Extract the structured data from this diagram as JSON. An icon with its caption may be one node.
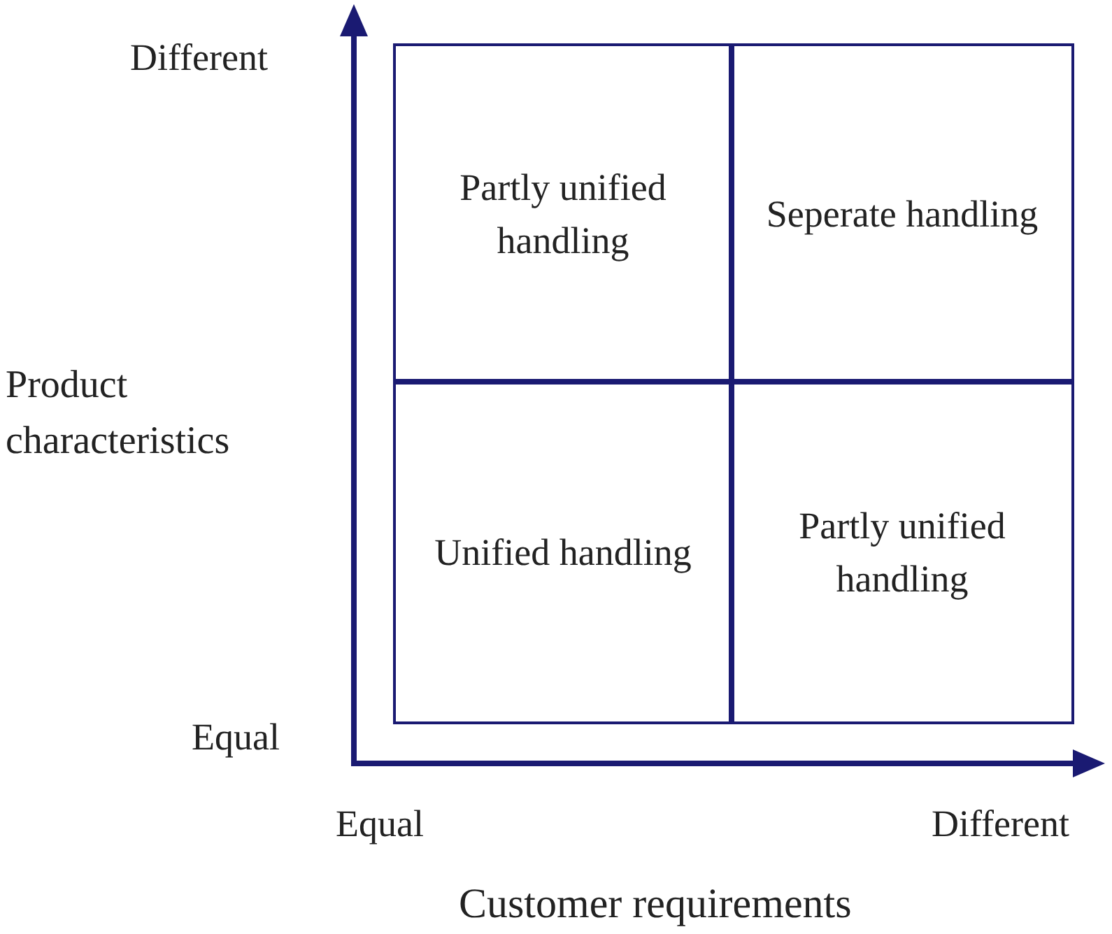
{
  "diagram": {
    "nodes": [
      {
        "text": [
          "Partly unified handling"
        ]
      },
      {
        "text": [
          "Seperate handling"
        ]
      },
      {
        "text": [
          "Unified handling"
        ]
      },
      {
        "text": [
          "Partly unified handling"
        ]
      }
    ],
    "edges": [],
    "labels": [
      "Different",
      "Product characteristics",
      "Equal",
      "Equal",
      "Different",
      "Customer requirements"
    ]
  }
}
